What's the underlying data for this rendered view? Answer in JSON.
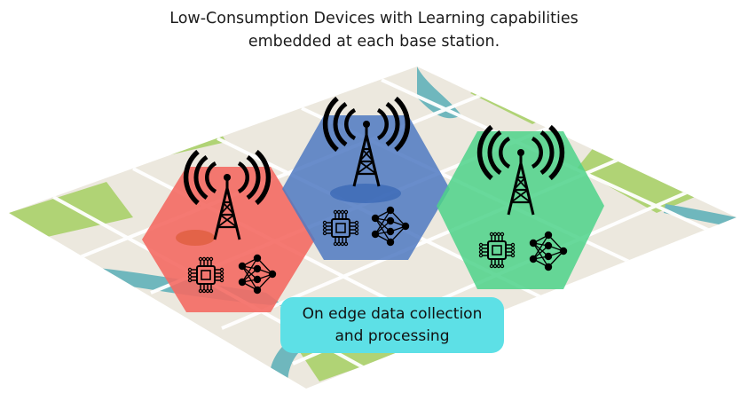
{
  "title": {
    "line1": "Low-Consumption Devices with Learning capabilities",
    "line2": "embedded at each base station."
  },
  "callout": {
    "line1": "On edge data collection",
    "line2": "and processing"
  },
  "colors": {
    "red_cell": "#f46a63",
    "blue_cell": "#4f79c2",
    "green_cell": "#4ed28a",
    "callout_bg": "#5de0e6",
    "map_land": "#ece8de",
    "map_park": "#a6cf63",
    "map_water": "#6fb7bd",
    "icon_stroke": "#000000"
  },
  "cells": [
    {
      "id": "red",
      "icons": [
        "antenna-tower-icon",
        "microchip-icon",
        "neural-network-icon"
      ]
    },
    {
      "id": "blue",
      "icons": [
        "antenna-tower-icon",
        "microchip-icon",
        "neural-network-icon"
      ]
    },
    {
      "id": "green",
      "icons": [
        "antenna-tower-icon",
        "microchip-icon",
        "neural-network-icon"
      ]
    }
  ]
}
